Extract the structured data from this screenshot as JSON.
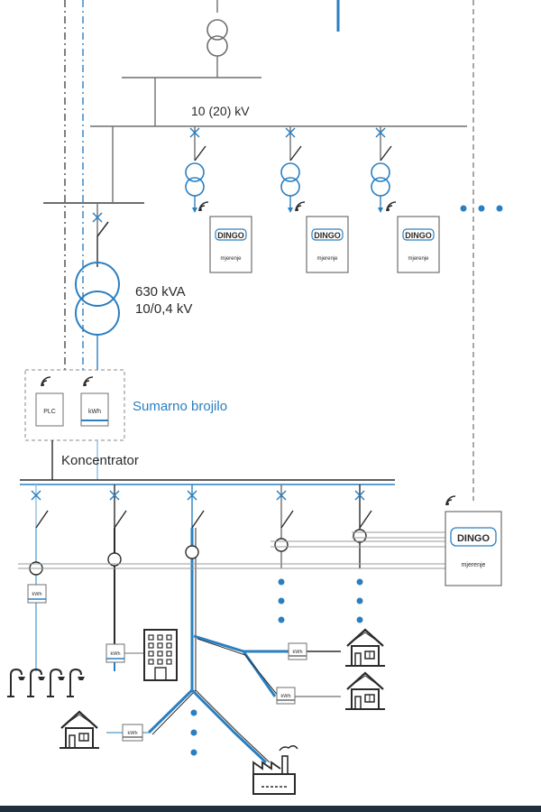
{
  "labels": {
    "mv_bus": "10 (20) kV",
    "transformer_rating": "630 kVA",
    "transformer_ratio": "10/0,4 kV",
    "summary_meter": "Sumarno brojilo",
    "concentrator": "Koncentrator"
  },
  "devices": {
    "plc": "PLC",
    "kwh": "kWh",
    "dingo_brand": "DINGO",
    "dingo_caption": "mjerenje"
  },
  "colors": {
    "line": "#6f6f6f",
    "dark": "#2b2b2b",
    "accent_blue": "#2a7fc1",
    "light_blue": "#8fbfe2"
  },
  "icons": [
    "transformer-icon",
    "switch-icon",
    "current-transformer-icon",
    "wireless-signal-icon",
    "street-lamp-icon",
    "house-icon",
    "building-icon",
    "factory-icon"
  ]
}
